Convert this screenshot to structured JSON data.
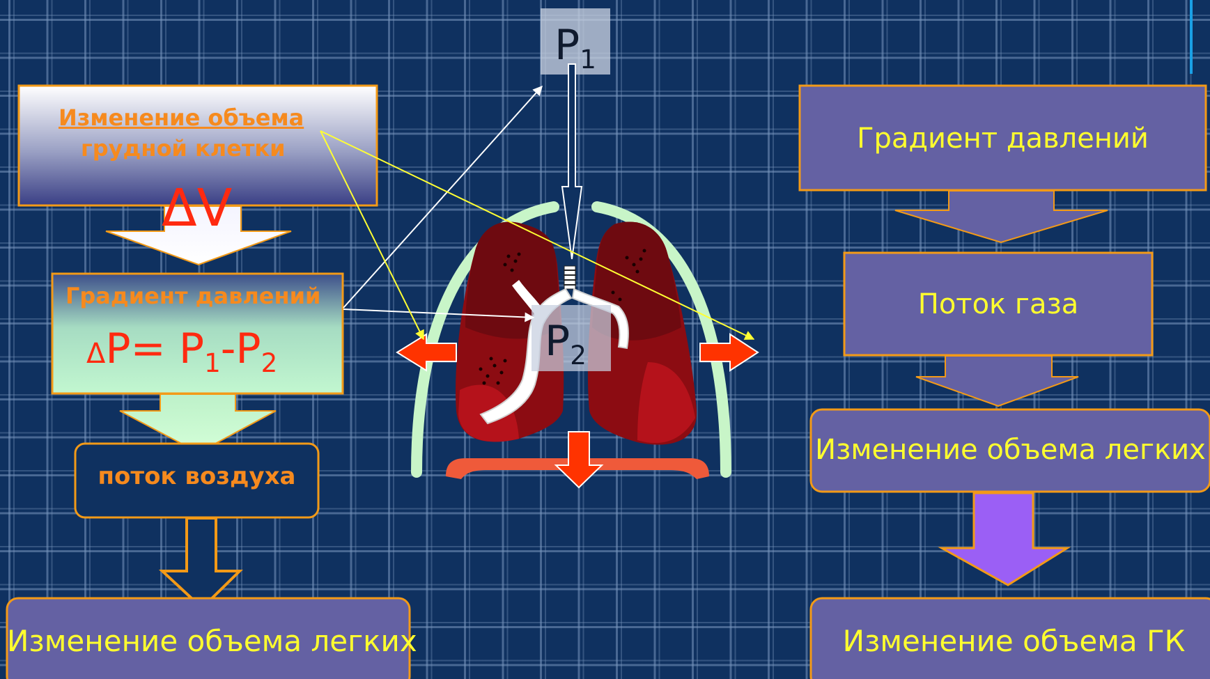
{
  "left_flow": {
    "chest_volume_title_line1": "Изменение объема",
    "chest_volume_title_line2": "грудной клетки",
    "delta_v": "ΔV",
    "pressure_gradient_title": "Градиент давлений",
    "formula_delta": "Δ",
    "formula_p": "P= P",
    "formula_sub1": "1",
    "formula_minus_p": "-P",
    "formula_sub2": "2",
    "air_flow": "поток воздуха",
    "lung_volume_change": "Изменение объема легких"
  },
  "center": {
    "p1_letter": "P",
    "p1_sub": "1",
    "p2_letter": "P",
    "p2_sub": "2"
  },
  "right_flow": {
    "pressure_gradient": "Градиент давлений",
    "gas_flow": "Поток газа",
    "lung_volume_change": "Изменение объема легких",
    "chest_volume_change": "Изменение объема ГК"
  },
  "colors": {
    "background": "#0f3160",
    "orange_border": "#f39a17",
    "yellow_text": "#ffff2e",
    "orange_text": "#f68a1e",
    "red_text": "#ff2a10",
    "purple_box": "#6461a3",
    "rib": "#c8f5c8",
    "lung_dark": "#7a0a10",
    "lung_red": "#b5121b",
    "diaphragm": "#ef5a3a",
    "violet_arrow": "#9b5ff5"
  }
}
